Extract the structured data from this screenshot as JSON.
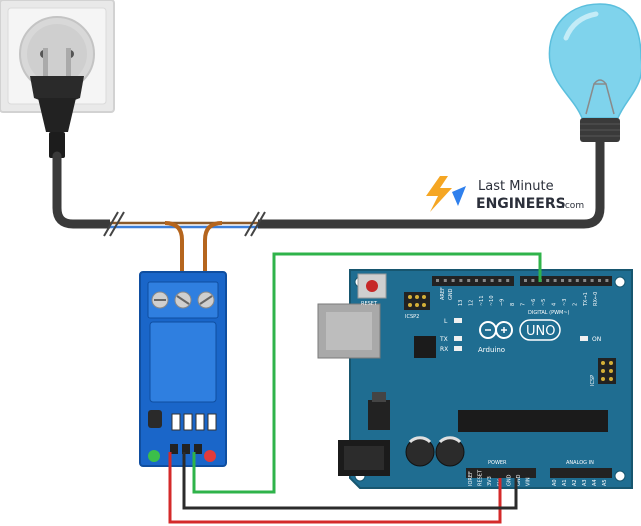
{
  "brand": {
    "line1": "Last Minute",
    "line2": "ENGINEERS",
    "suffix": ".com",
    "accent_color": "#f5a623",
    "accent_color_2": "#2f80ed"
  },
  "arduino": {
    "reset_label": "RESET",
    "icsp2_label": "ICSP2",
    "aref_label": "AREF",
    "gnd_label": "GND",
    "l_label": "L",
    "tx_label": "TX",
    "rx_label": "RX",
    "brand_label": "Arduino",
    "model_label": "UNO",
    "on_label": "ON",
    "digital_label": "DIGITAL (PWM~)",
    "icsp_label": "ICSP",
    "power_label": "POWER",
    "analog_label": "ANALOG IN",
    "power_pins": [
      "IOREF",
      "RESET",
      "3V3",
      "5V",
      "GND",
      "GND",
      "VIN"
    ],
    "analog_pins": [
      "A0",
      "A1",
      "A2",
      "A3",
      "A4",
      "A5"
    ],
    "digital_pins": [
      "13",
      "12",
      "~11",
      "~10",
      "~9",
      "8",
      "7",
      "~6",
      "~5",
      "4",
      "~3",
      "2",
      "TX→1",
      "RX←0"
    ],
    "board_color": "#1f6d91"
  },
  "relay": {
    "module_color": "#1a66c9",
    "relay_color": "#2f7fe0"
  },
  "wires": {
    "signal_color": "#2fb34a",
    "vcc_color": "#d42a2a",
    "gnd_color": "#2b2b2b",
    "mains_color": "#3a3a3a",
    "link_color": "#b5651d"
  },
  "bulb": {
    "glass_color": "#7fd3ec"
  }
}
